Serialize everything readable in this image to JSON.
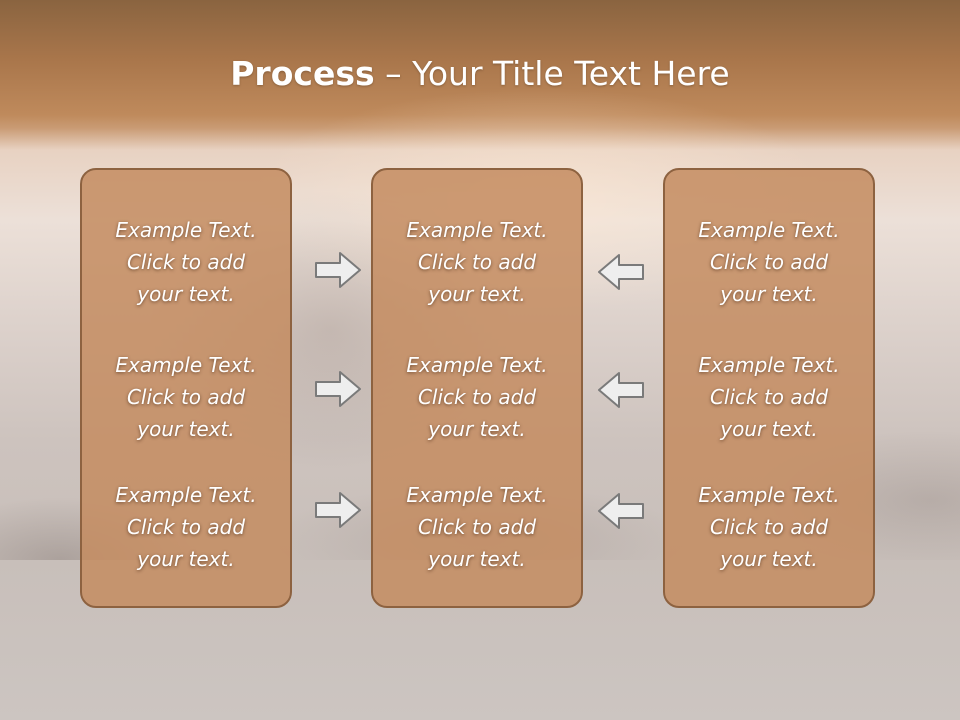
{
  "slide": {
    "title_bold": "Process",
    "title_separator": " – ",
    "title_rest": "Your Title Text Here"
  },
  "columns": [
    {
      "items": [
        "Example Text.\nClick  to add\nyour text.",
        "Example Text.\nClick  to add\nyour text.",
        "Example Text.\nClick  to add\nyour text."
      ]
    },
    {
      "items": [
        "Example Text.\nClick  to add\nyour text.",
        "Example Text.\nClick  to add\nyour text.",
        "Example Text.\nClick  to add\nyour text."
      ]
    },
    {
      "items": [
        "Example Text.\nClick  to add\nyour text.",
        "Example Text.\nClick  to add\nyour text.",
        "Example Text.\nClick  to add\nyour text."
      ]
    }
  ],
  "arrows": {
    "left_group": "right-arrow-icon",
    "right_group": "left-arrow-icon"
  },
  "colors": {
    "card_fill": "#c48c60",
    "card_border": "#8d6240",
    "arrow_fill": "#eeeeee",
    "arrow_stroke": "#7a7a7a",
    "header_band": "#b07a4e"
  }
}
